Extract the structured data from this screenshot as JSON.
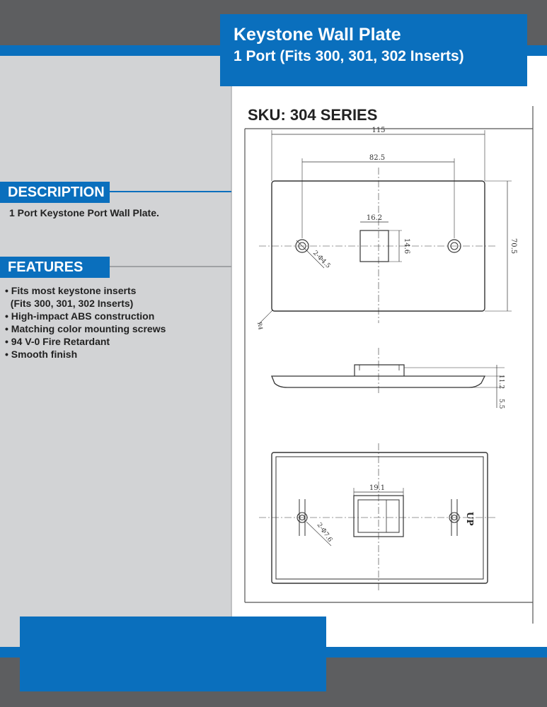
{
  "header": {
    "title_line1": "Keystone Wall Plate",
    "title_line2": "1 Port (Fits 300, 301, 302 Inserts)"
  },
  "sku": "SKU: 304 SERIES",
  "description": {
    "heading": "DESCRIPTION",
    "text": "1 Port Keystone Port Wall Plate."
  },
  "features": {
    "heading": "FEATURES",
    "items": [
      "• Fits most keystone inserts",
      "  (Fits 300, 301, 302 Inserts)",
      "• High-impact ABS construction",
      "• Matching color mounting screws",
      "• 94 V-0 Fire Retardant",
      "• Smooth finish"
    ]
  },
  "drawing": {
    "dim_width": "115",
    "dim_hole_spacing": "82.5",
    "dim_port_width": "16.2",
    "dim_port_height": "14.6",
    "dim_height": "70.5",
    "dim_screw_hole": "2-Φ4.5",
    "dim_corner": "R4",
    "dim_depth": "11.2",
    "dim_thickness": "5.5",
    "dim_inner_port": "19.1",
    "dim_back_hole": "2-Φ7.6",
    "label_up": "UP"
  },
  "colors": {
    "brand_blue": "#0a6fbd",
    "dark_gray": "#5d5e60",
    "panel_gray": "#d2d3d5"
  }
}
